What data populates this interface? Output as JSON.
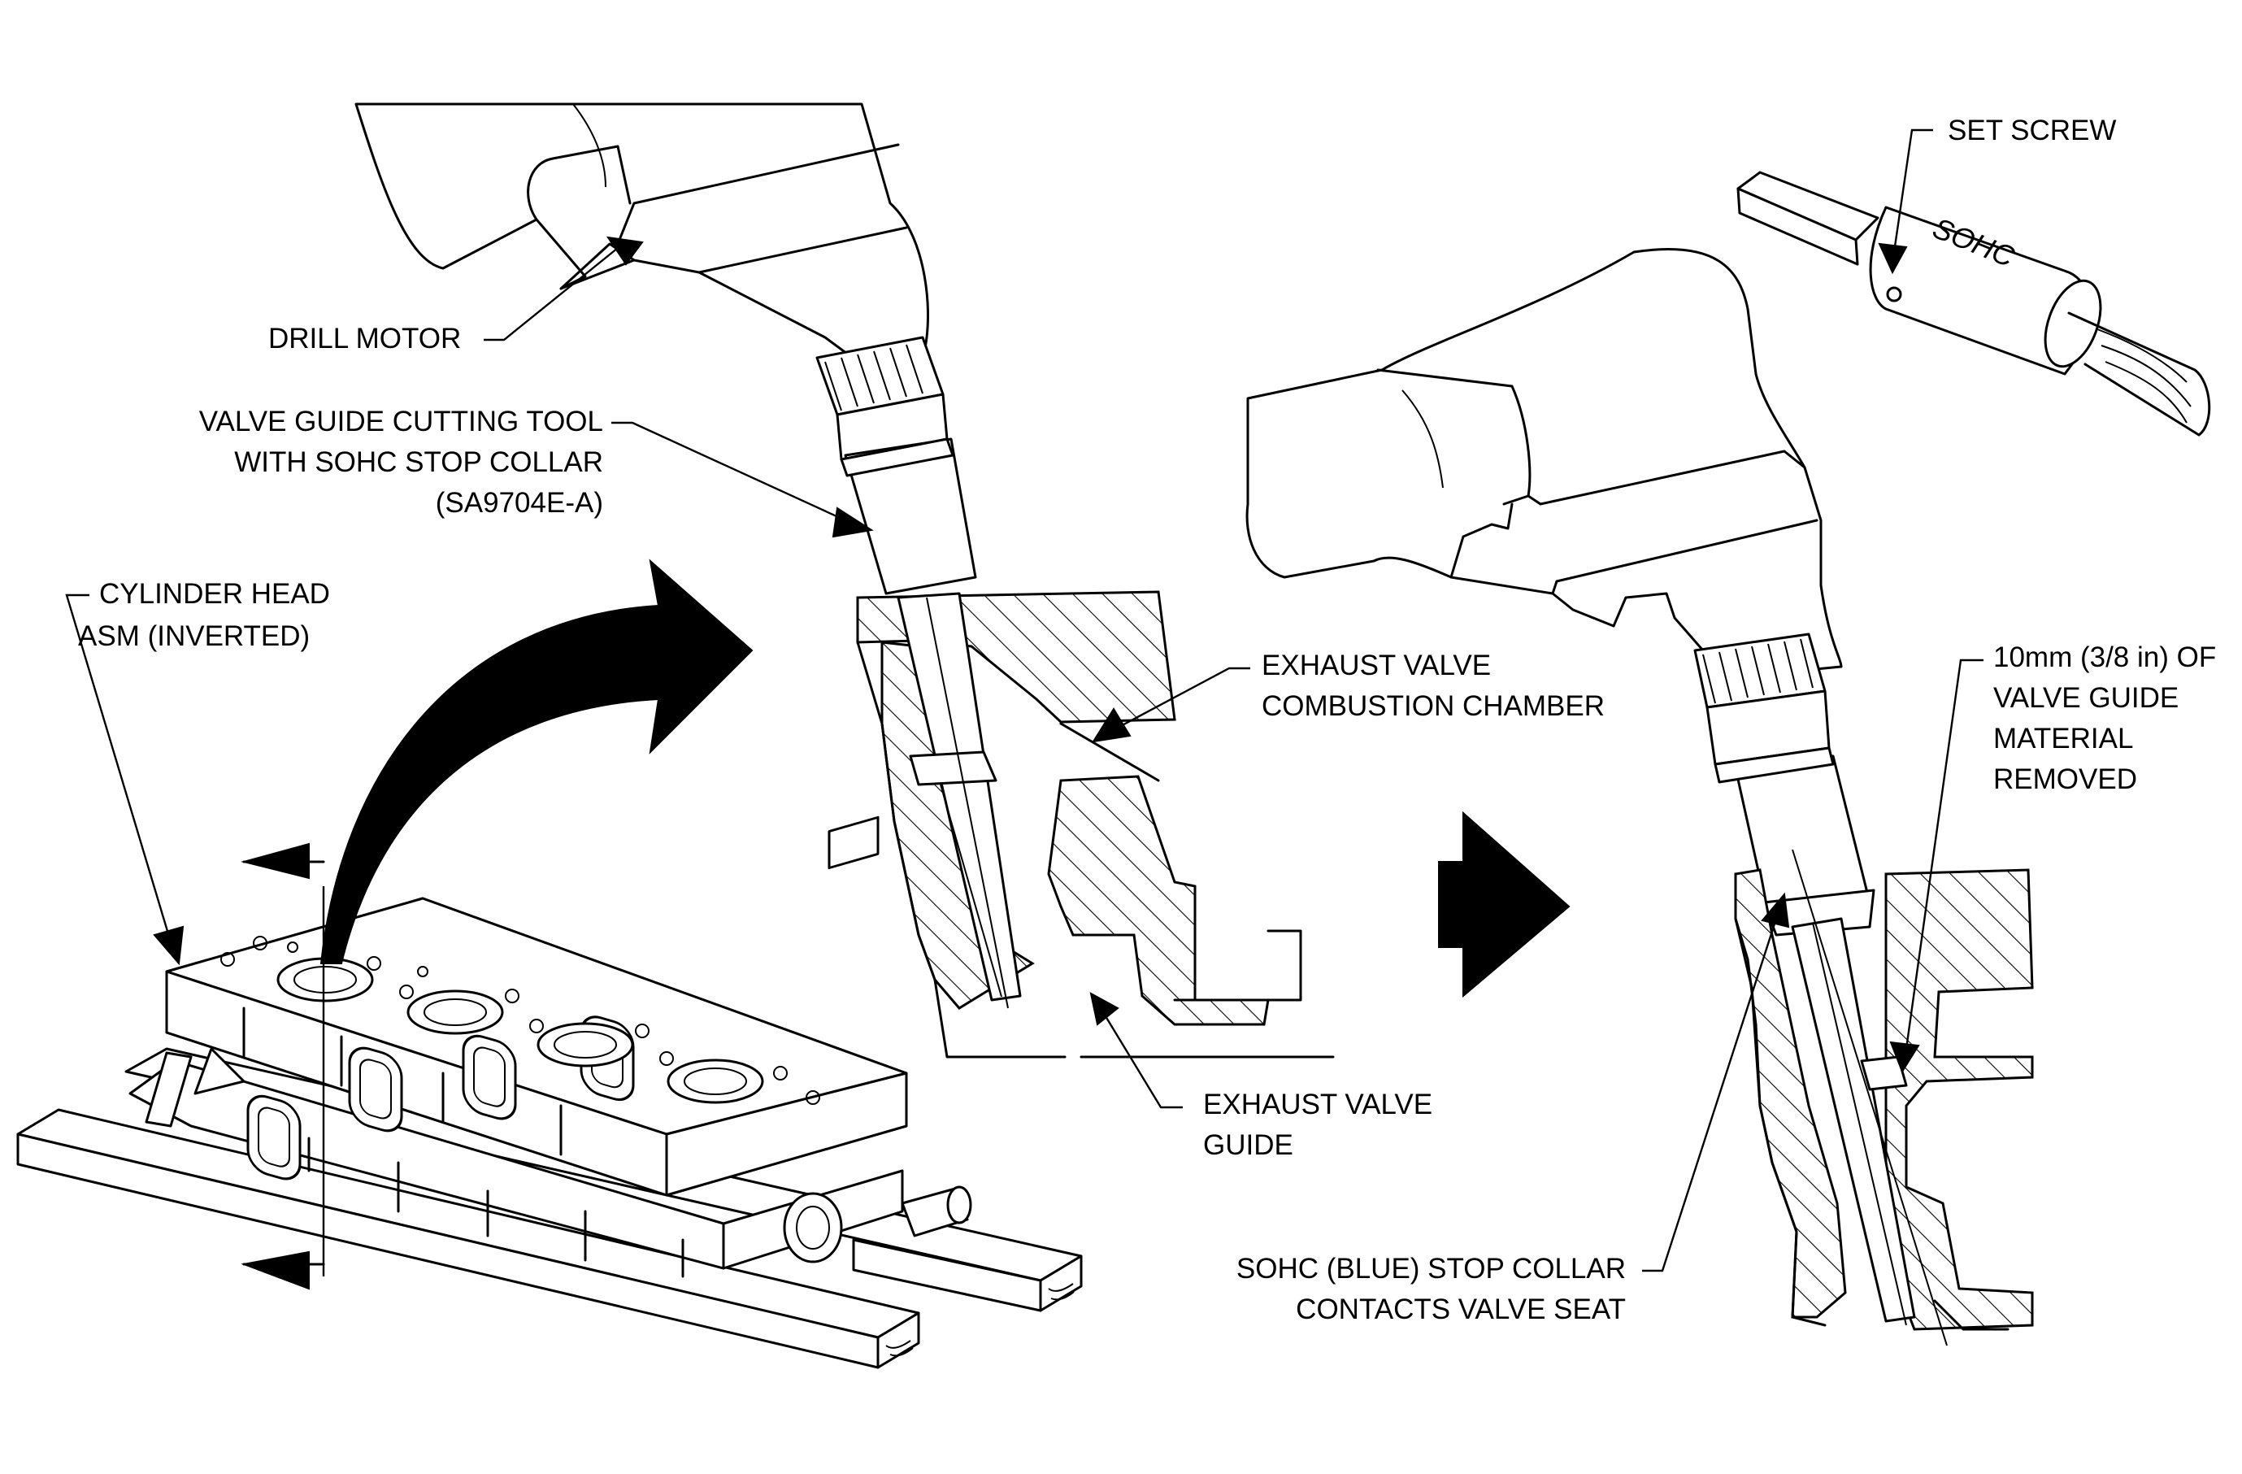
{
  "labels": {
    "drill_motor": "DRILL MOTOR",
    "cutting_tool": [
      "VALVE GUIDE CUTTING TOOL",
      "WITH SOHC STOP COLLAR",
      "(SA9704E-A)"
    ],
    "cylinder_head": [
      "CYLINDER HEAD",
      "ASM (INVERTED)"
    ],
    "exhaust_chamber": [
      "EXHAUST VALVE",
      "COMBUSTION CHAMBER"
    ],
    "exhaust_guide": [
      "EXHAUST VALVE",
      "GUIDE"
    ],
    "set_screw": "SET SCREW",
    "collar_engraving": "SOHC",
    "material_removed": [
      "10mm (3/8 in) OF",
      "VALVE GUIDE",
      "MATERIAL",
      "REMOVED"
    ],
    "stop_collar_contact": [
      "SOHC (BLUE) STOP COLLAR",
      "CONTACTS VALVE SEAT"
    ]
  },
  "colors": {
    "ink": "#000000",
    "paper": "#ffffff"
  },
  "icons": {
    "motion_arrow": "curved-arrow-icon",
    "next_step_arrow": "right-arrow-icon",
    "section_marker": "section-flag-icon"
  }
}
